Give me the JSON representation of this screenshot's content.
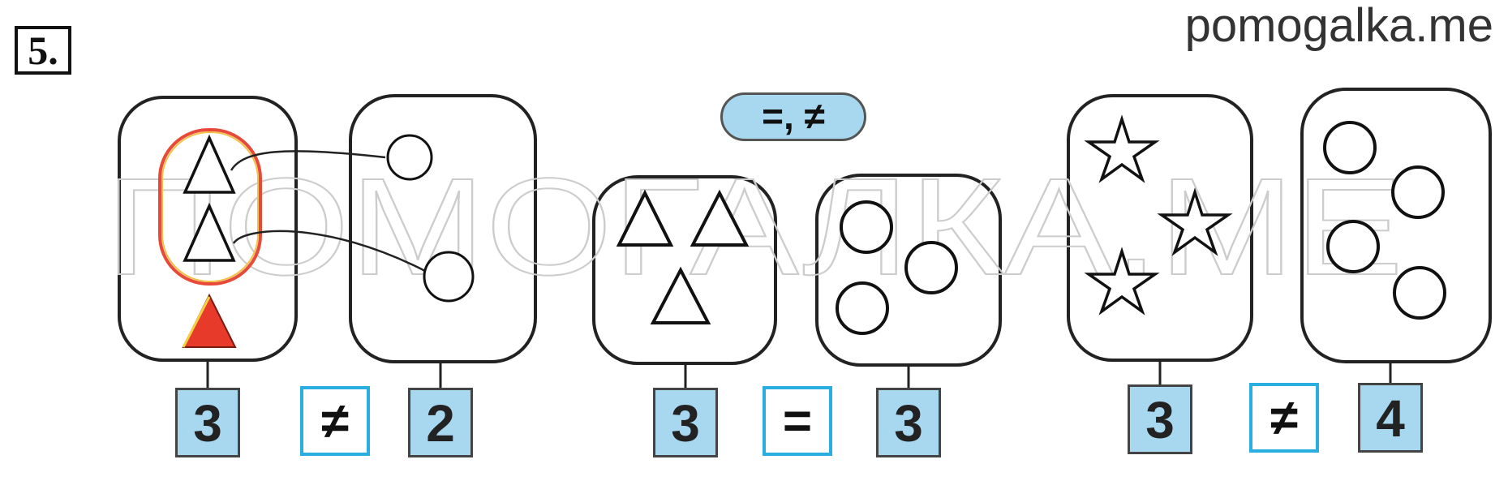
{
  "task_number": "5.",
  "site_label": "pomogalka.me",
  "hint_pill": "=, ≠",
  "watermark": "ПОМОГАЛКА.МЕ",
  "groups": [
    {
      "left_count": "3",
      "sign": "≠",
      "right_count": "2"
    },
    {
      "left_count": "3",
      "sign": "=",
      "right_count": "3"
    },
    {
      "left_count": "3",
      "sign": "≠",
      "right_count": "4"
    }
  ],
  "colors": {
    "accent_blue": "#a8d8f0",
    "sign_border": "#2aaee0",
    "highlight": "#e84a3a",
    "red_triangle": "#e83a2a"
  }
}
